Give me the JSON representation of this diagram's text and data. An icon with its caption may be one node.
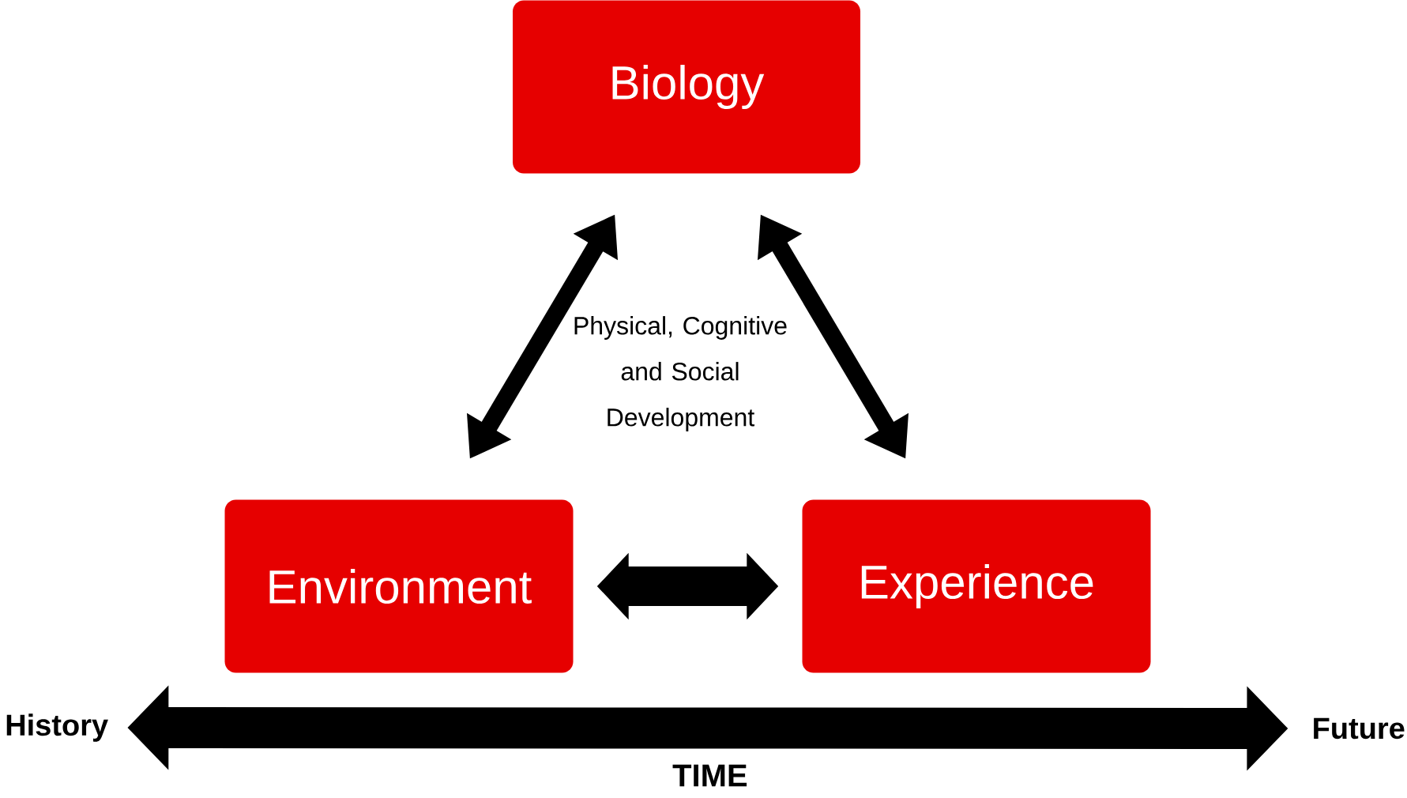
{
  "diagram": {
    "nodes": [
      {
        "text": [
          "Biology"
        ]
      },
      {
        "text": [
          "Environment"
        ]
      },
      {
        "text": [
          "Experience"
        ]
      },
      {
        "text": [
          "History"
        ]
      },
      {
        "text": [
          "Future"
        ]
      }
    ],
    "edges": [
      {
        "from": 0,
        "to": 1,
        "arrow": "both"
      },
      {
        "from": 0,
        "to": 2,
        "arrow": "both"
      },
      {
        "from": 1,
        "to": 2,
        "arrow": "both",
        "style": "thick"
      },
      {
        "from": 3,
        "to": 4,
        "arrow": "both",
        "label": "TIME",
        "style": "thick"
      }
    ],
    "labels": [
      "Physical, Cognitive and Social Development"
    ]
  }
}
